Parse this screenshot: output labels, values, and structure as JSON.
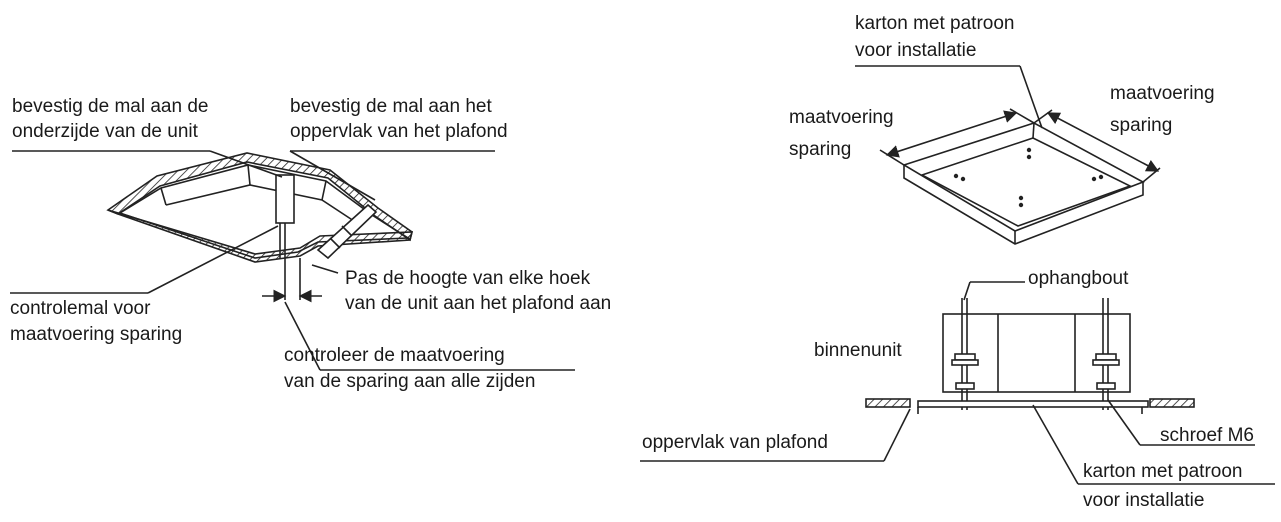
{
  "figure_left": {
    "label_template_bottom": [
      "bevestig de mal aan de",
      "onderzijde van de unit"
    ],
    "label_template_ceiling": [
      "bevestig de mal aan het",
      "oppervlak van het plafond"
    ],
    "label_adjust_height": [
      "Pas de hoogte van elke hoek",
      "van de unit aan het plafond aan"
    ],
    "label_check_template": [
      "controlemal voor",
      "maatvoering sparing"
    ],
    "label_check_dimensions": [
      "controleer de maatvoering",
      "van de sparing aan alle zijden"
    ]
  },
  "figure_top_right": {
    "label_carton": [
      "karton met patroon",
      "voor installatie"
    ],
    "label_dim_left": [
      "maatvoering",
      "sparing"
    ],
    "label_dim_right": [
      "maatvoering",
      "sparing"
    ]
  },
  "figure_bottom_right": {
    "label_bolt": [
      "ophangbout"
    ],
    "label_indoor_unit": [
      "binnenunit"
    ],
    "label_ceiling_surface": [
      "oppervlak van plafond"
    ],
    "label_screw": [
      "schroef M6"
    ],
    "label_carton": [
      "karton met patroon",
      "voor installatie"
    ]
  }
}
